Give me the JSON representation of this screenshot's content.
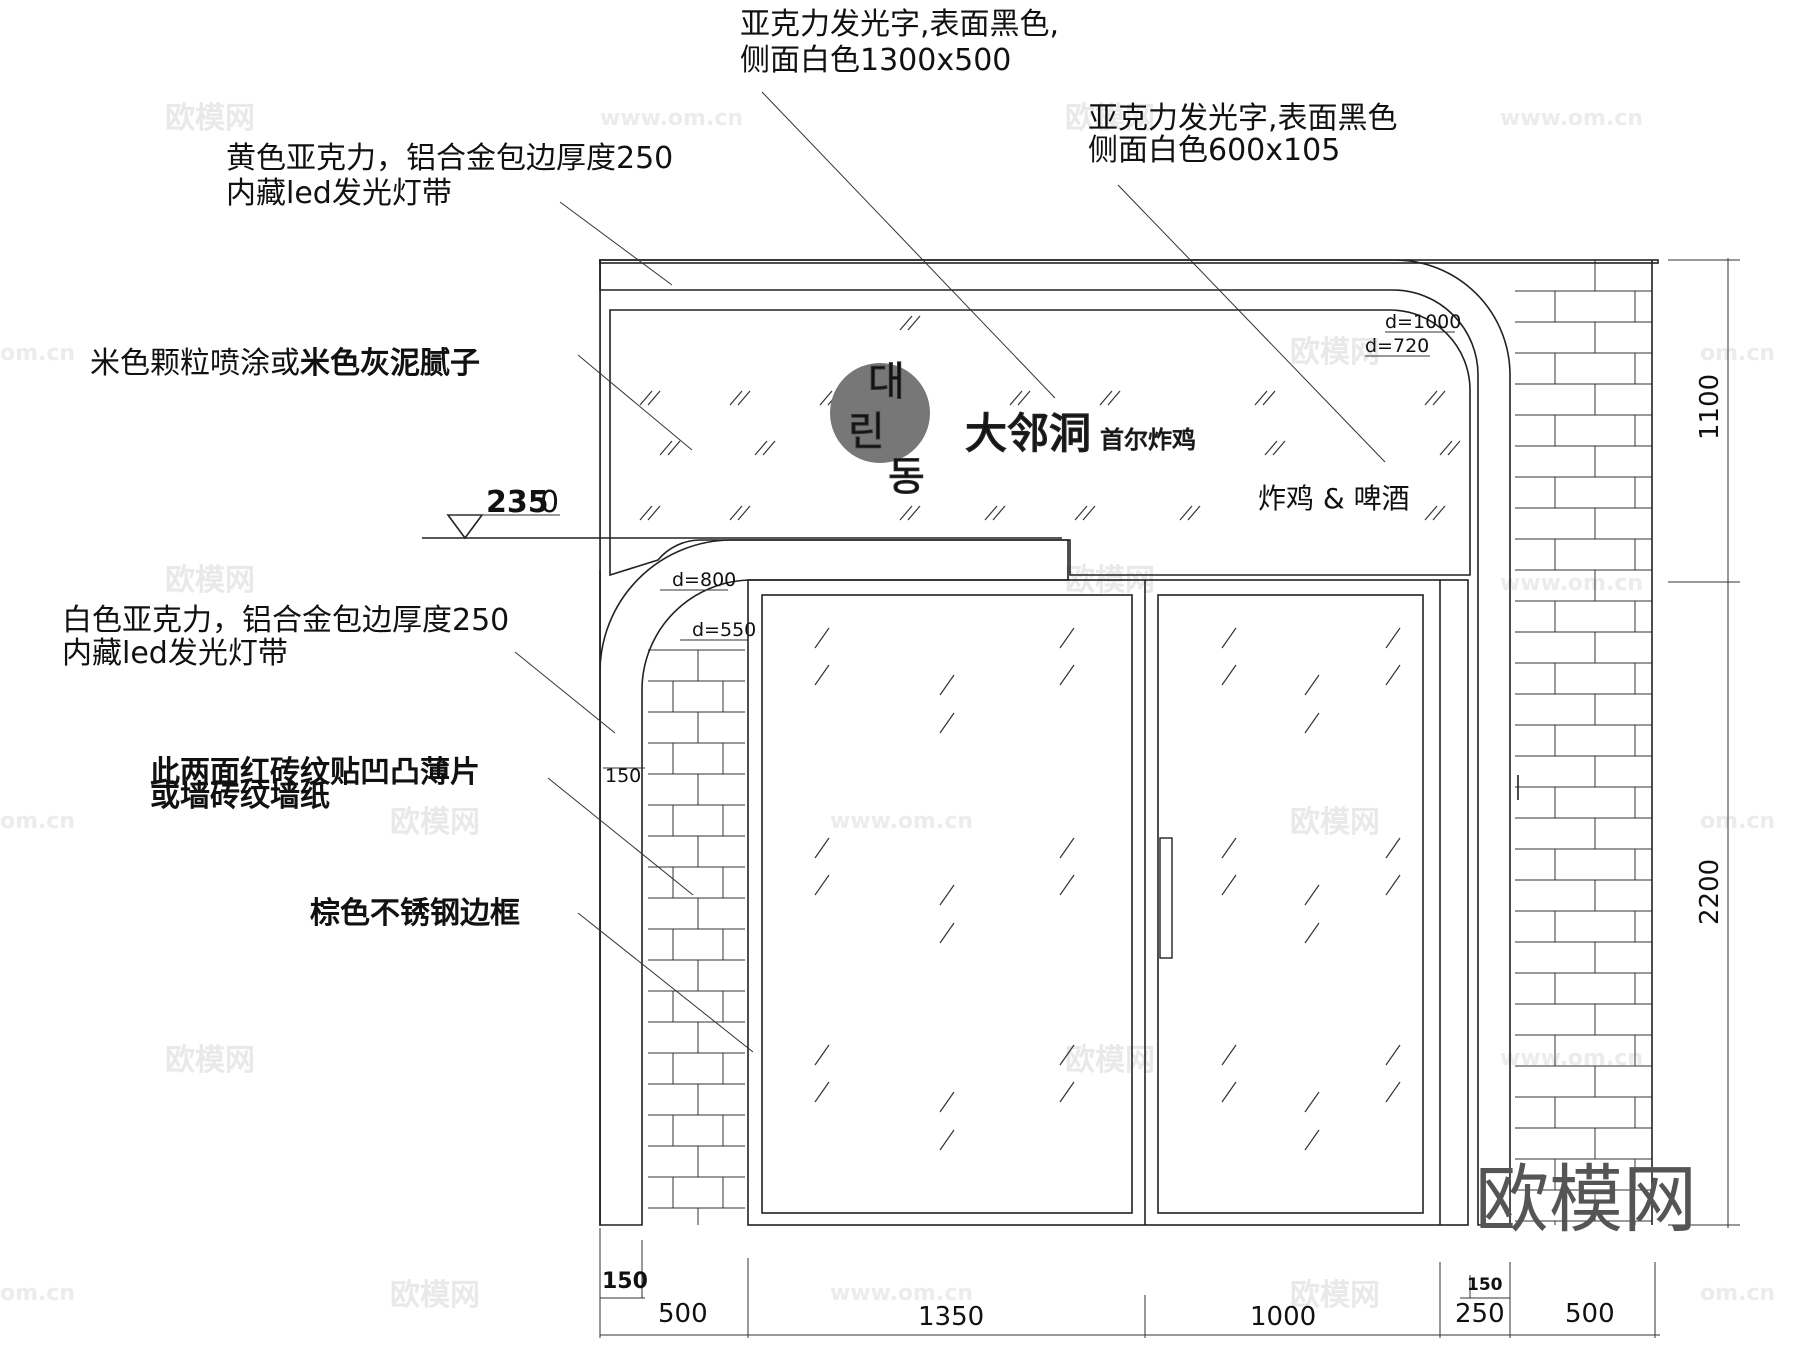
{
  "annotations": {
    "acrylic_big": [
      "亚克力发光字,表面黑色,",
      "侧面白色1300x500"
    ],
    "acrylic_small": [
      "亚克力发光字,表面黑色",
      "侧面白色600x105"
    ],
    "yellow_acrylic": [
      "黄色亚克力，铝合金包边厚度250",
      "内藏led发光灯带"
    ],
    "beige_spray": "米色颗粒喷涂或",
    "beige_putty": "米色灰泥腻子",
    "white_acrylic": [
      "白色亚克力，铝合金包边厚度250",
      "内藏led发光灯带"
    ],
    "brick": [
      "此两面红砖纹贴凹凸薄片",
      "或墙砖纹墙纸"
    ],
    "steel_frame": "棕色不锈钢边框"
  },
  "sign": {
    "korean": [
      "대",
      "린",
      "동"
    ],
    "chinese_name": "大邻洞",
    "chinese_sub": "首尔炸鸡",
    "menu": "炸鸡 & 啤酒"
  },
  "levels": {
    "elevation_bold": "235",
    "elevation_rest": "0"
  },
  "radii": {
    "top_outer": "d=1000",
    "top_inner": "d=720",
    "left_outer": "d=800",
    "left_inner": "d=550"
  },
  "dimensions": {
    "left_band": "150",
    "bottom_150_left": "150",
    "bottom_500_left": "500",
    "bottom_1350": "1350",
    "bottom_1000": "1000",
    "bottom_150_right": "150",
    "bottom_250": "250",
    "bottom_500_right": "500",
    "right_1100": "1100",
    "right_2200": "2200"
  },
  "watermarks": {
    "cn": "欧模网",
    "url": "www.om.cn",
    "url_cut": "om.cn",
    "brand": "欧模网"
  }
}
